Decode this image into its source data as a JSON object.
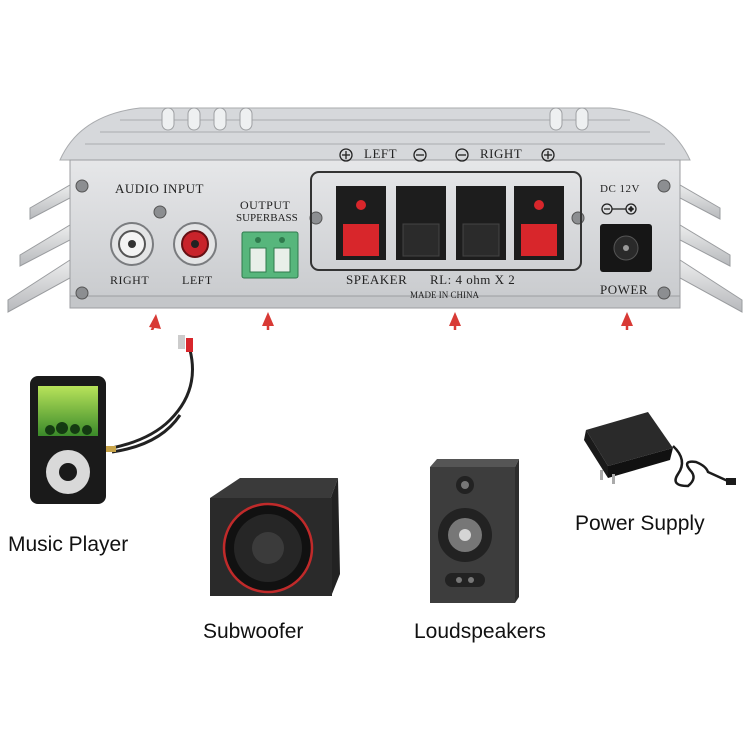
{
  "amplifier": {
    "audio_input_label": "AUDIO INPUT",
    "right_label": "RIGHT",
    "left_label": "LEFT",
    "output_label": "OUTPUT",
    "superbass_label": "SUPERBASS",
    "speaker_header_left": "LEFT",
    "speaker_header_right": "RIGHT",
    "speaker_label": "SPEAKER",
    "rl_label": "RL: 4 ohm X 2",
    "made_in": "MADE IN CHINA",
    "dc_label": "DC 12V",
    "power_label": "POWER",
    "colors": {
      "body": "#d9dadc",
      "red": "#d8262b",
      "green_terminal": "#55b77a",
      "arrow": "#d83a35"
    }
  },
  "devices": [
    {
      "id": "music-player",
      "caption": "Music Player",
      "icon": "mp3-player-icon"
    },
    {
      "id": "subwoofer",
      "caption": "Subwoofer",
      "icon": "subwoofer-icon"
    },
    {
      "id": "loudspeakers",
      "caption": "Loudspeakers",
      "icon": "speaker-icon"
    },
    {
      "id": "power-supply",
      "caption": "Power Supply",
      "icon": "power-adapter-icon"
    }
  ]
}
